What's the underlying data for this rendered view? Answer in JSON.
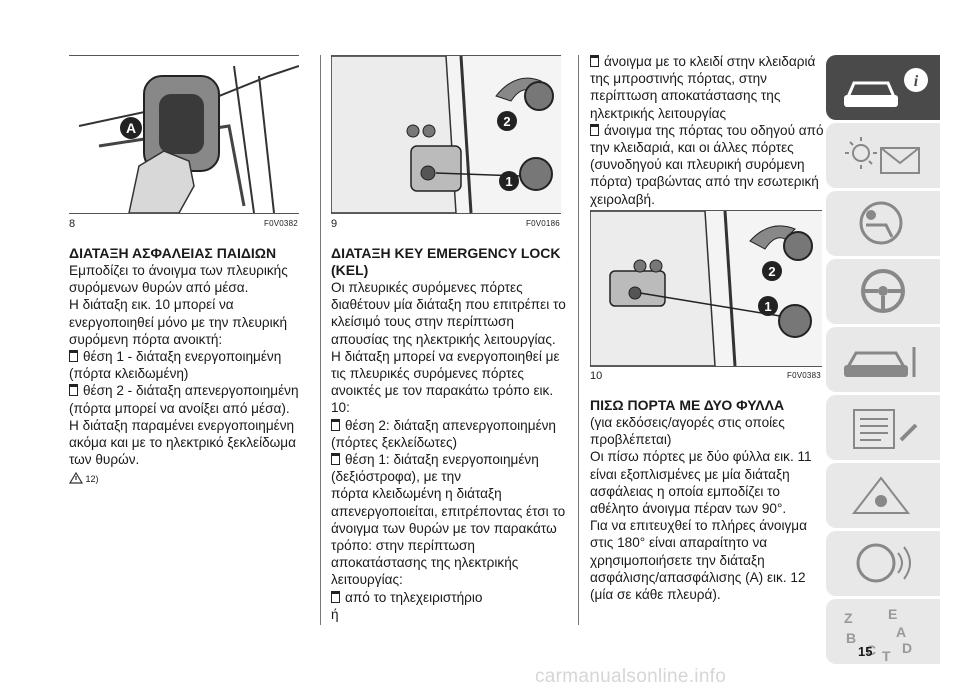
{
  "figures": [
    {
      "number": "8",
      "code": "F0V0382",
      "callouts": [
        "A"
      ]
    },
    {
      "number": "9",
      "code": "F0V0186",
      "callouts": [
        "2",
        "1"
      ]
    },
    {
      "number": "10",
      "code": "F0V0383",
      "callouts": [
        "2",
        "1"
      ]
    }
  ],
  "col1": {
    "heading": "ΔΙΑΤΑΞΗ ΑΣΦΑΛΕΙΑΣ ΠΑΙΔΙΩΝ",
    "p1": "Εμποδίζει το άνοιγμα των πλευρικής συρόμενων θυρών από μέσα.",
    "p2": "Η διάταξη εικ. 10 μπορεί να ενεργοποιηθεί μόνο με την πλευρική συρόμενη πόρτα ανοικτή:",
    "b1": "θέση 1 - διάταξη ενεργοποιημένη (πόρτα κλειδωμένη)",
    "b2": "θέση 2 - διάταξη απενεργοποιημένη (πόρτα μπορεί να ανοίξει από μέσα).",
    "p3": "Η διάταξη παραμένει ενεργοποιημένη ακόμα και με το ηλεκτρικό ξεκλείδωμα των θυρών.",
    "note": "12)"
  },
  "col2": {
    "heading": "ΔΙΑΤΑΞΗ KEY EMERGENCY LOCK (KEL)",
    "p1": "Οι πλευρικές συρόμενες πόρτες διαθέτουν μία διάταξη που επιτρέπει το κλείσιμό τους στην περίπτωση απουσίας της ηλεκτρικής λειτουργίας.",
    "p2": "Η διάταξη μπορεί να ενεργοποιηθεί με τις πλευρικές συρόμενες πόρτες ανοικτές με τον παρακάτω τρόπο εικ. 10:",
    "b1": "θέση 2: διάταξη απενεργοποιημένη (πόρτες ξεκλείδωτες)",
    "b2": "θέση 1: διάταξη ενεργοποιημένη (δεξιόστροφα), με την",
    "p3": "πόρτα κλειδωμένη η διάταξη απενεργοποιείται, επιτρέποντας έτσι το άνοιγμα των θυρών με τον παρακάτω τρόπο: στην περίπτωση αποκατάστασης της ηλεκτρικής λειτουργίας:",
    "b3": "από το τηλεχειριστήριο",
    "p4": "ή"
  },
  "col3": {
    "b1": "άνοιγμα με το κλειδί στην κλειδαριά της μπροστινής πόρτας, στην περίπτωση αποκατάστασης της ηλεκτρικής λειτουργίας",
    "b2": "άνοιγμα της πόρτας του οδηγού από την κλειδαριά, και οι άλλες πόρτες (συνοδηγού και πλευρική συρόμενη πόρτα) τραβώντας από την εσωτερική χειρολαβή.",
    "heading": "ΠΙΣΩ ΠΟΡΤΑ ΜΕ ΔΥΟ ΦΥΛΛΑ",
    "p1": "(για εκδόσεις/αγορές στις οποίες προβλέπεται)",
    "p2": "Οι πίσω πόρτες με δύο φύλλα εικ. 11 είναι εξοπλισμένες με μία διάταξη ασφάλειας η οποία εμποδίζει το αθέλητο άνοιγμα πέραν των 90°.",
    "p3": "Για να επιτευχθεί το πλήρες άνοιγμα στις 180° είναι απαραίτητο να χρησιμοποιήσετε την διάταξη ασφάλισης/απασφάλισης (A) εικ. 12 (μία σε κάθε πλευρά)."
  },
  "sidebar": {
    "tabs": [
      {
        "icon": "car-info-icon",
        "active": true
      },
      {
        "icon": "warning-lights-icon",
        "active": false
      },
      {
        "icon": "safety-airbag-icon",
        "active": false
      },
      {
        "icon": "steering-wheel-icon",
        "active": false
      },
      {
        "icon": "car-breakdown-icon",
        "active": false
      },
      {
        "icon": "maintenance-icon",
        "active": false
      },
      {
        "icon": "technical-data-icon",
        "active": false
      },
      {
        "icon": "multimedia-icon",
        "active": false
      },
      {
        "icon": "index-icon",
        "active": false
      }
    ],
    "index_letters": [
      "Z",
      "E",
      "A",
      "B",
      "C",
      "D",
      "T"
    ]
  },
  "page_number": "15",
  "watermark": "carmanualsonline.info"
}
